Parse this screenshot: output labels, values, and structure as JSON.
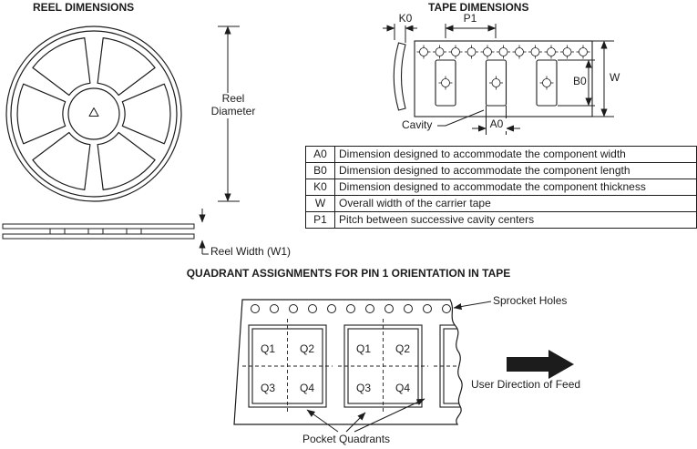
{
  "titles": {
    "reel": "REEL DIMENSIONS",
    "tape": "TAPE DIMENSIONS",
    "quadrant": "QUADRANT ASSIGNMENTS FOR PIN 1 ORIENTATION IN TAPE"
  },
  "reel": {
    "diameter_label": "Reel Diameter",
    "width_label": "Reel Width (W1)"
  },
  "tape": {
    "k0_label": "K0",
    "p1_label": "P1",
    "b0_label": "B0",
    "w_label": "W",
    "a0_label": "A0",
    "cavity_label": "Cavity"
  },
  "table": {
    "rows": [
      {
        "term": "A0",
        "definition": "Dimension designed to accommodate the component width"
      },
      {
        "term": "B0",
        "definition": "Dimension designed to accommodate the component length"
      },
      {
        "term": "K0",
        "definition": "Dimension designed to accommodate the component thickness"
      },
      {
        "term": "W",
        "definition": "Overall width of the carrier tape"
      },
      {
        "term": "P1",
        "definition": "Pitch between successive cavity centers"
      }
    ]
  },
  "quadrant": {
    "sprocket_holes_label": "Sprocket Holes",
    "user_direction_label": "User Direction of Feed",
    "pocket_quadrants_label": "Pocket Quadrants",
    "pockets": [
      {
        "q1": "Q1",
        "q2": "Q2",
        "q3": "Q3",
        "q4": "Q4"
      },
      {
        "q1": "Q1",
        "q2": "Q2",
        "q3": "Q3",
        "q4": "Q4"
      }
    ]
  }
}
